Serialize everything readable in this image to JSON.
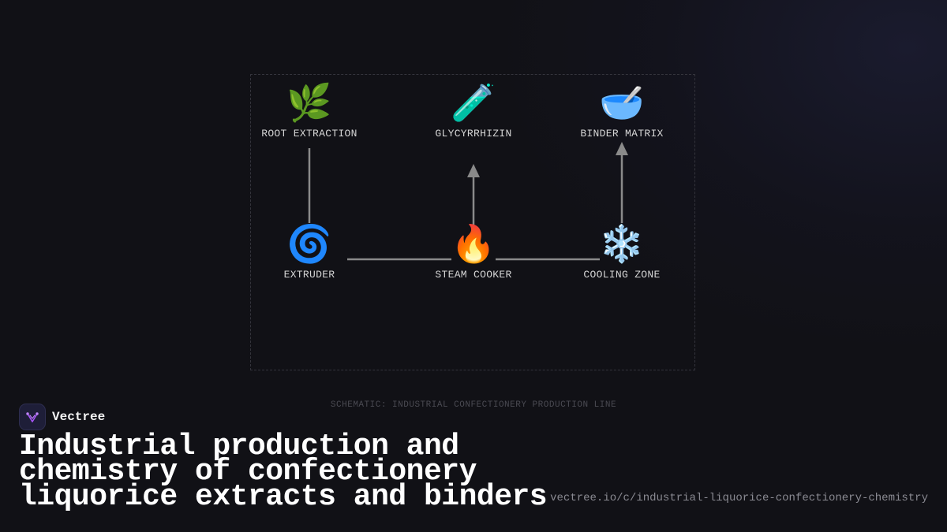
{
  "diagram": {
    "caption": "SCHEMATIC: INDUSTRIAL CONFECTIONERY PRODUCTION LINE",
    "nodes": [
      {
        "id": "root_extraction",
        "label": "ROOT EXTRACTION",
        "icon": "🌿",
        "icon_name": "herb-icon"
      },
      {
        "id": "glycyrrhizin",
        "label": "GLYCYRRHIZIN",
        "icon": "🧪",
        "icon_name": "test-tube-icon"
      },
      {
        "id": "binder_matrix",
        "label": "BINDER MATRIX",
        "icon": "🥣",
        "icon_name": "bowl-icon"
      },
      {
        "id": "extruder",
        "label": "EXTRUDER",
        "icon": "🌀",
        "icon_name": "cyclone-icon"
      },
      {
        "id": "steam_cooker",
        "label": "STEAM COOKER",
        "icon": "🔥",
        "icon_name": "fire-icon"
      },
      {
        "id": "cooling_zone",
        "label": "COOLING ZONE",
        "icon": "❄️",
        "icon_name": "snowflake-icon"
      }
    ],
    "edges": [
      {
        "from": "root_extraction",
        "to": "extruder",
        "arrow": false
      },
      {
        "from": "extruder",
        "to": "steam_cooker",
        "arrow": false
      },
      {
        "from": "steam_cooker",
        "to": "cooling_zone",
        "arrow": false
      },
      {
        "from": "steam_cooker",
        "to": "glycyrrhizin",
        "arrow": true
      },
      {
        "from": "cooling_zone",
        "to": "binder_matrix",
        "arrow": true
      }
    ],
    "line_color": "#8a8a8a"
  },
  "brand": {
    "name": "Vectree",
    "accent": "#a855f7"
  },
  "title": "Industrial production and chemistry of confectionery liquorice extracts and binders",
  "url": "vectree.io/c/industrial-liquorice-confectionery-chemistry"
}
